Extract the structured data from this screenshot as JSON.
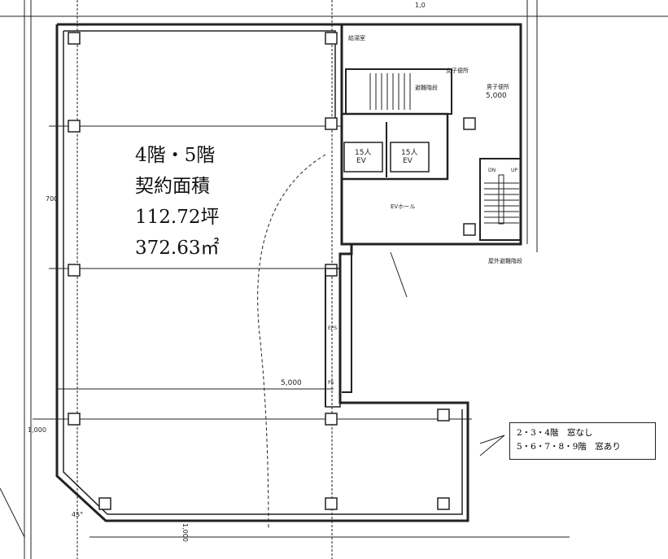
{
  "plan": {
    "area_label": {
      "floors": "4階・5階",
      "title": "契約面積",
      "tsubo": "112.72坪",
      "sqm": "372.63㎡"
    },
    "note": {
      "line1": "2・3・4階　窓なし",
      "line2": "5・6・7・8・9階　窓あり"
    },
    "rooms": {
      "kyuto": "給湯室",
      "stairs": "避難階段",
      "women": "女子便所",
      "men": "男子便所",
      "ev1": "15人",
      "ev2": "15人",
      "ev_label": "EV",
      "ev_hall": "EVホール",
      "outdoor_stairs": "屋外避難階段",
      "eps": "EPS",
      "ps": "PS",
      "dn": "DN",
      "up": "UP"
    },
    "dimensions": {
      "d1": "5,000",
      "d2": "5,000",
      "d3": "700",
      "d4": "1,000",
      "d5": "1,000",
      "d6": "45°",
      "d7": "1,0"
    }
  }
}
